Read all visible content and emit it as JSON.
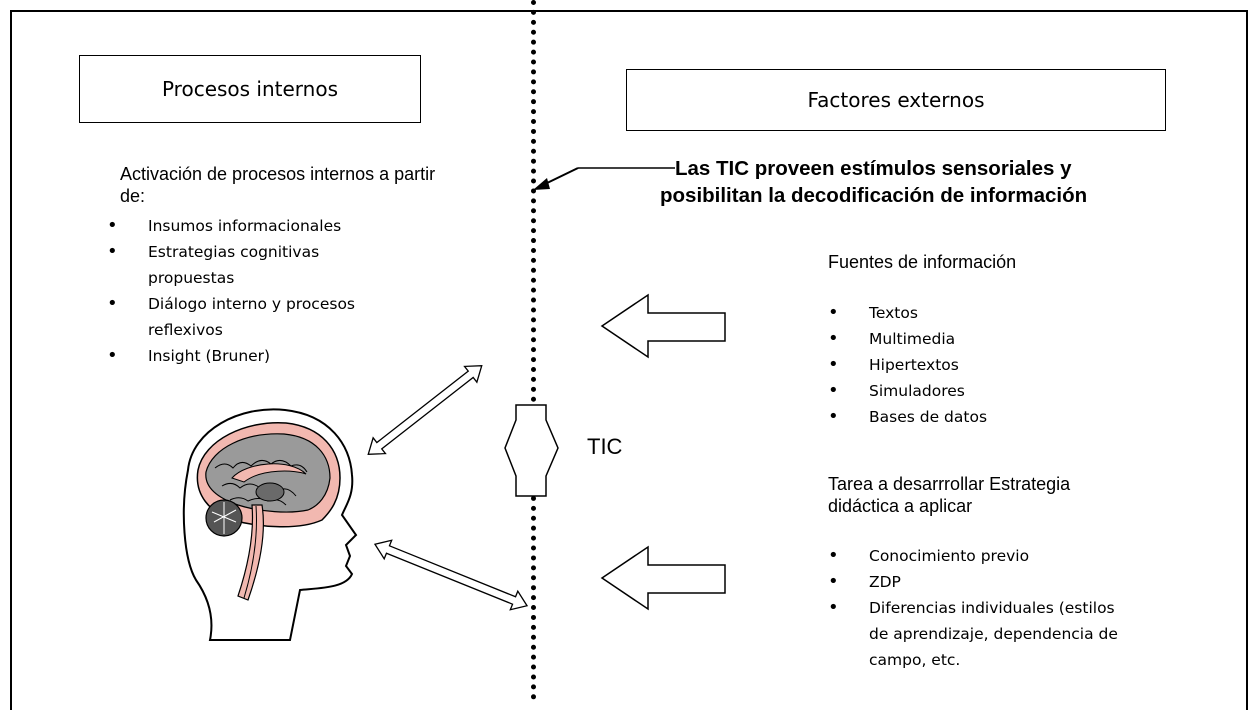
{
  "left_panel": {
    "box_title": "Procesos internos",
    "intro": "Activación de procesos internos a partir de:",
    "items": [
      "Insumos informacionales",
      "Estrategias cognitivas propuestas",
      "Diálogo interno y procesos reflexivos",
      "Insight (Bruner)"
    ]
  },
  "right_panel": {
    "box_title": "Factores externos",
    "headline_line1": "Las TIC proveen estímulos sensoriales y",
    "headline_line2": "posibilitan la decodificación de información",
    "sources_title": "Fuentes de información",
    "sources": [
      "Textos",
      "Multimedia",
      "Hipertextos",
      "Simuladores",
      "Bases de datos"
    ],
    "task_title": "Tarea a desarrrollar Estrategia didáctica a aplicar",
    "strategy_items": [
      "Conocimiento previo",
      "ZDP",
      "Diferencias individuales (estilos de aprendizaje, dependencia de campo, etc."
    ]
  },
  "center": {
    "label": "TIC"
  },
  "icons": [
    "brain-head-icon",
    "double-arrow-icon",
    "block-arrow-left-icon",
    "pointer-arrow-icon"
  ]
}
